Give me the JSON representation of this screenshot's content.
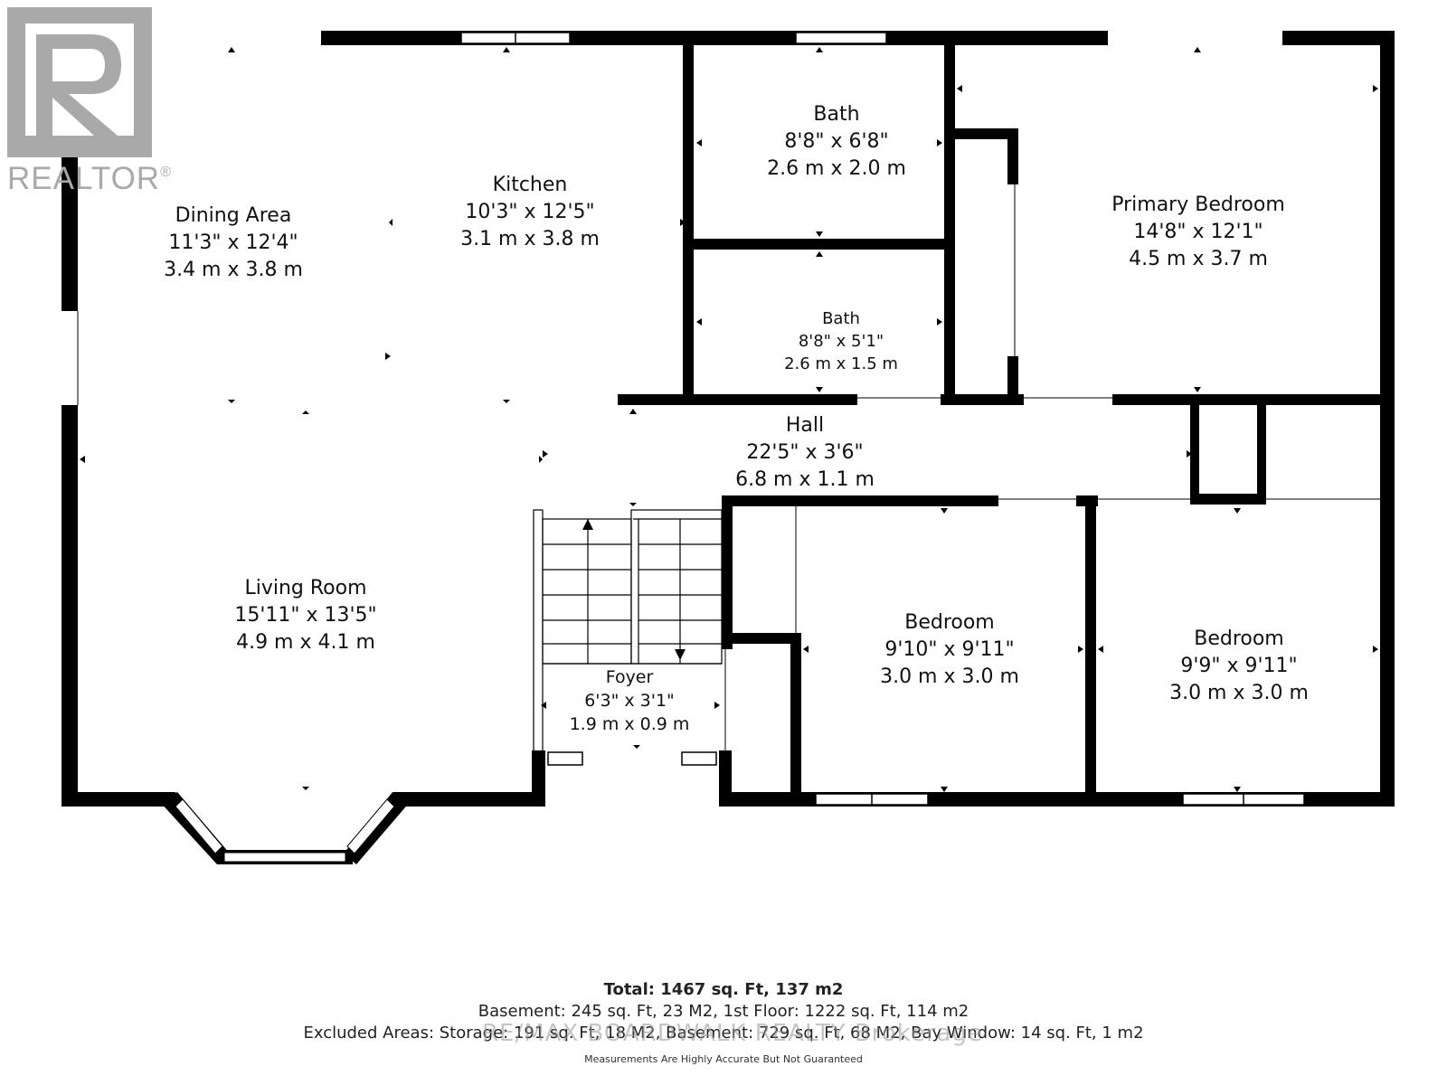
{
  "logo": {
    "text": "REALTOR",
    "mark": "®"
  },
  "rooms": {
    "dining": {
      "name": "Dining Area",
      "imperial": "11'3\" x 12'4\"",
      "metric": "3.4 m x 3.8 m"
    },
    "kitchen": {
      "name": "Kitchen",
      "imperial": "10'3\" x 12'5\"",
      "metric": "3.1 m x 3.8 m"
    },
    "bath1": {
      "name": "Bath",
      "imperial": "8'8\" x 6'8\"",
      "metric": "2.6 m x 2.0 m"
    },
    "bath2": {
      "name": "Bath",
      "imperial": "8'8\" x 5'1\"",
      "metric": "2.6 m x 1.5 m"
    },
    "primary": {
      "name": "Primary Bedroom",
      "imperial": "14'8\" x 12'1\"",
      "metric": "4.5 m x 3.7 m"
    },
    "hall": {
      "name": "Hall",
      "imperial": "22'5\" x 3'6\"",
      "metric": "6.8 m x 1.1 m"
    },
    "living": {
      "name": "Living Room",
      "imperial": "15'11\" x 13'5\"",
      "metric": "4.9 m x 4.1 m"
    },
    "foyer": {
      "name": "Foyer",
      "imperial": "6'3\" x 3'1\"",
      "metric": "1.9 m x 0.9 m"
    },
    "bed1": {
      "name": "Bedroom",
      "imperial": "9'10\" x 9'11\"",
      "metric": "3.0 m x 3.0 m"
    },
    "bed2": {
      "name": "Bedroom",
      "imperial": "9'9\" x 9'11\"",
      "metric": "3.0 m x 3.0 m"
    }
  },
  "footer": {
    "total": "Total: 1467 sq. Ft, 137 m2",
    "line1": "Basement: 245 sq. Ft, 23 M2, 1st Floor: 1222 sq. Ft, 114 m2",
    "line2": "Excluded Areas: Storage: 191 sq. Ft, 18 M2, Basement: 729 sq. Ft, 68 M2, Bay Window: 14 sq. Ft, 1 m2",
    "note": "Measurements Are Highly Accurate But Not Guaranteed",
    "watermark": "RE/MAX BOARDWALK REALTY Brokerage"
  },
  "colors": {
    "wall": "#000000",
    "window": "#ffffff",
    "logo": "#a9a9a9"
  }
}
